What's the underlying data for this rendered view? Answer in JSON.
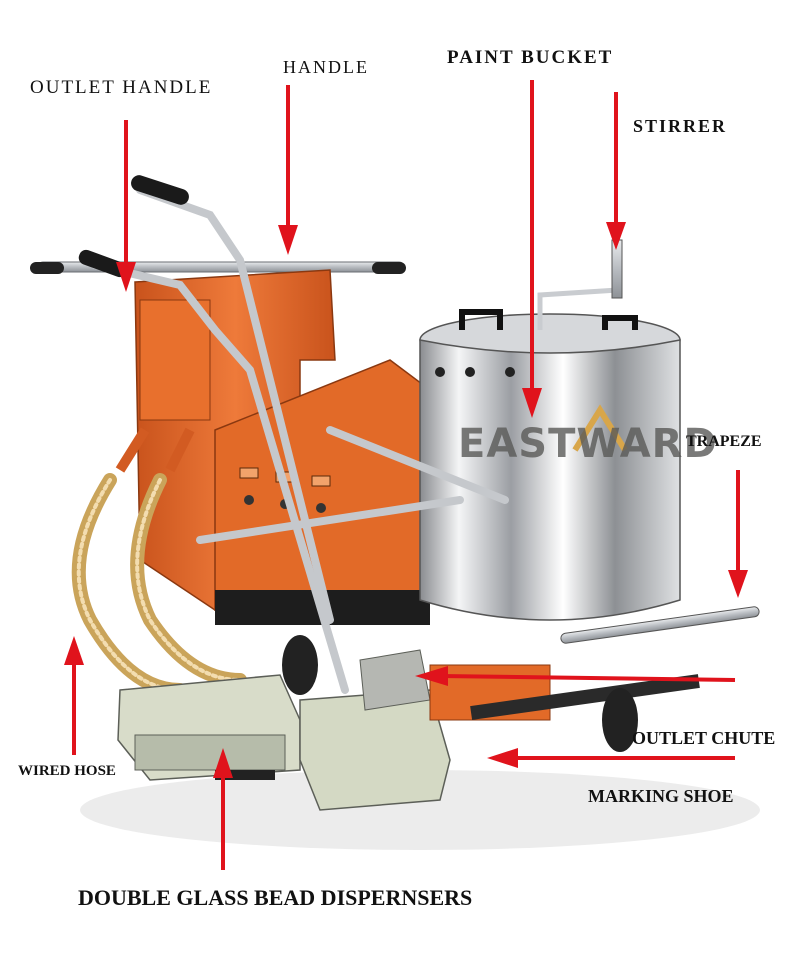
{
  "labels": {
    "outlet_handle": "OUTLET HANDLE",
    "handle": "HANDLE",
    "paint_bucket": "PAINT  BUCKET",
    "stirrer": "STIRRER",
    "trapeze": "TRAPEZE",
    "outlet_chute": "OUTLET CHUTE",
    "marking_shoe": "MARKING SHOE",
    "wired_hose": "WIRED HOSE",
    "double_glass_bead_dispensers": "DOUBLE GLASS BEAD DISPERNSERS"
  },
  "brand": "EASTWARD",
  "colors": {
    "arrow": "#e0131c",
    "machine_orange": "#e4682a",
    "steel": "#c9ccd0",
    "label_text": "#111111"
  }
}
